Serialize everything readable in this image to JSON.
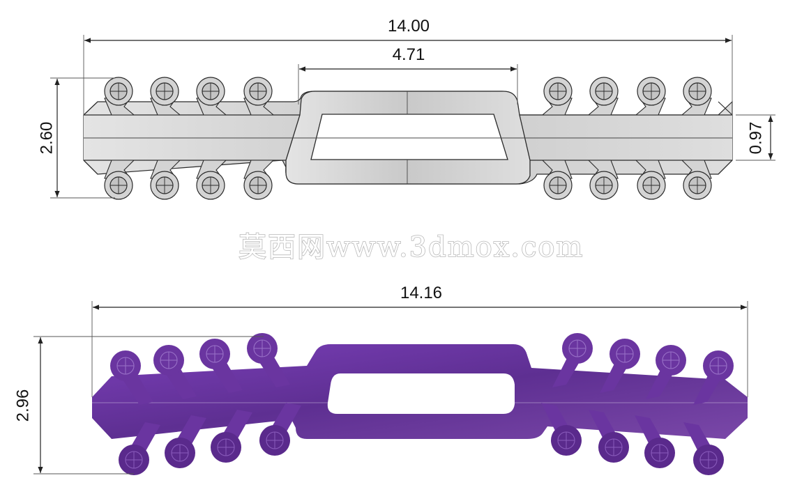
{
  "watermark": "莫西网www.3dmox.com",
  "top_view": {
    "overall_length": "14.00",
    "center_window_length": "4.71",
    "overall_height": "2.60",
    "band_height": "0.97"
  },
  "bottom_view": {
    "overall_length": "14.16",
    "overall_height": "2.96"
  },
  "colors": {
    "top_part": "#cfcfcf",
    "top_outline": "#2a2a2a",
    "bottom_part": "#6a35a0",
    "bottom_part_dark": "#5a2a8c",
    "dimension": "#222222"
  }
}
